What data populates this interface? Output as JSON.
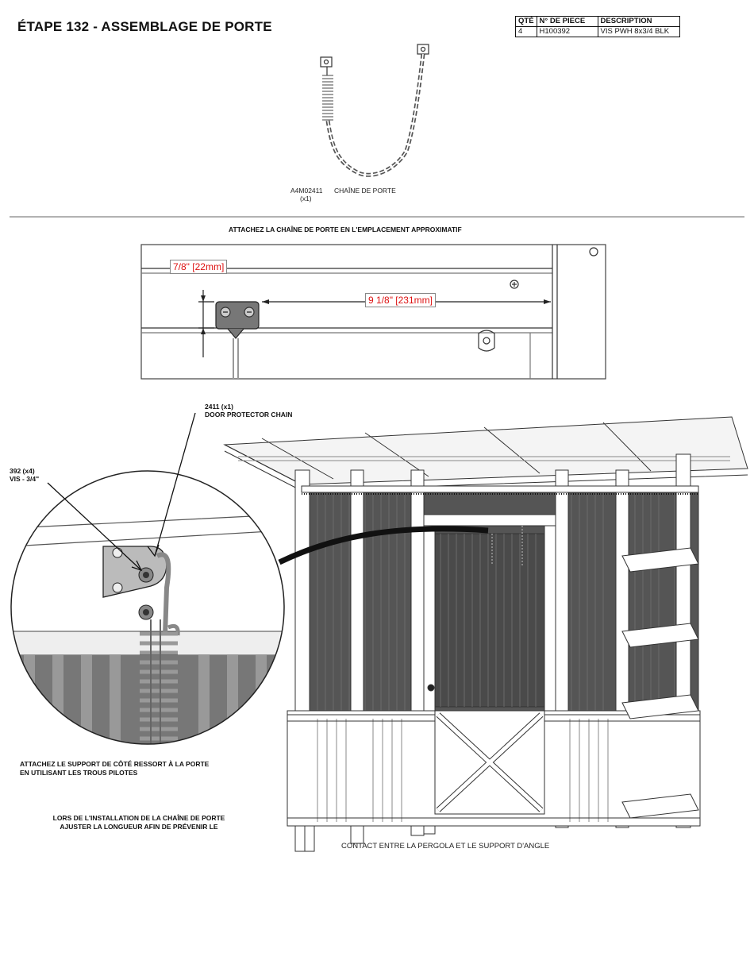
{
  "header": {
    "title": "ÉTAPE 132 - ASSEMBLAGE DE PORTE"
  },
  "parts_table": {
    "headers": [
      "QTÉ",
      "N° DE PIECE",
      "DESCRIPTION"
    ],
    "rows": [
      [
        "4",
        "H100392",
        "VIS PWH 8x3/4 BLK"
      ]
    ]
  },
  "part_callout": {
    "part_number": "A4M02411",
    "quantity": "(x1)",
    "name": "CHAÎNE DE PORTE"
  },
  "section_title": "ATTACHEZ LA CHAÎNE DE PORTE EN L'EMPLACEMENT APPROXIMATIF",
  "dimensions": {
    "vertical": "7/8\" [22mm]",
    "horizontal": "9 1/8\" [231mm]"
  },
  "labels": {
    "chain_ref": "2411 (x1)",
    "chain_name": "DOOR PROTECTOR CHAIN",
    "screw_ref": "392 (x4)",
    "screw_name": "VIS - 3/4\""
  },
  "instructions": {
    "attach_line1": "ATTACHEZ LE SUPPORT DE CÔTÉ RESSORT À LA PORTE",
    "attach_line2": "EN UTILISANT LES TROUS PILOTES",
    "install_line1": "LORS DE L'INSTALLATION DE LA CHAÎNE DE PORTE",
    "install_line2": "AJUSTER LA LONGUEUR AFIN DE PRÉVENIR LE",
    "install_line3": "CONTACT ENTRE LA PERGOLA ET LE SUPPORT D'ANGLE"
  }
}
